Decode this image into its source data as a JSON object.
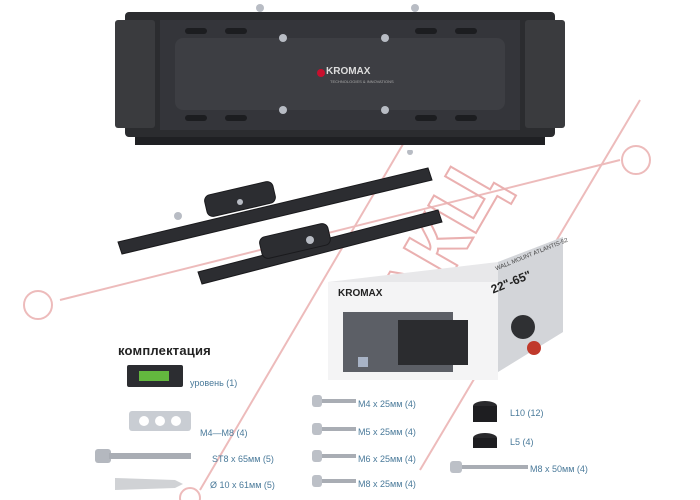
{
  "brand": {
    "name": "KROMAX",
    "tagline": "TECHNOLOGIES & INNOVATIONS",
    "color": "#c8102e"
  },
  "watermark_text": "АКЦ",
  "package": {
    "model_title": "WALL MOUNT ATLANTIS-52",
    "size_range": "22\"-65\""
  },
  "kit": {
    "title": "комплектация",
    "items": [
      {
        "label": "уровень (1)"
      },
      {
        "label": "M4—M8 (4)"
      },
      {
        "label": "ST8 x 65мм (5)"
      },
      {
        "label": "Ø 10 x 61мм (5)"
      },
      {
        "label": "M4 x 25мм (4)"
      },
      {
        "label": "M5 x 25мм (4)"
      },
      {
        "label": "M6 x 25мм (4)"
      },
      {
        "label": "M8 x 25мм (4)"
      },
      {
        "label": "L10 (12)"
      },
      {
        "label": "L5 (4)"
      },
      {
        "label": "M8 x 50мм (4)"
      }
    ]
  },
  "colors": {
    "label_text": "#4a7a9a",
    "metal": "#2f3033",
    "watermark": "#e9a8a8"
  }
}
